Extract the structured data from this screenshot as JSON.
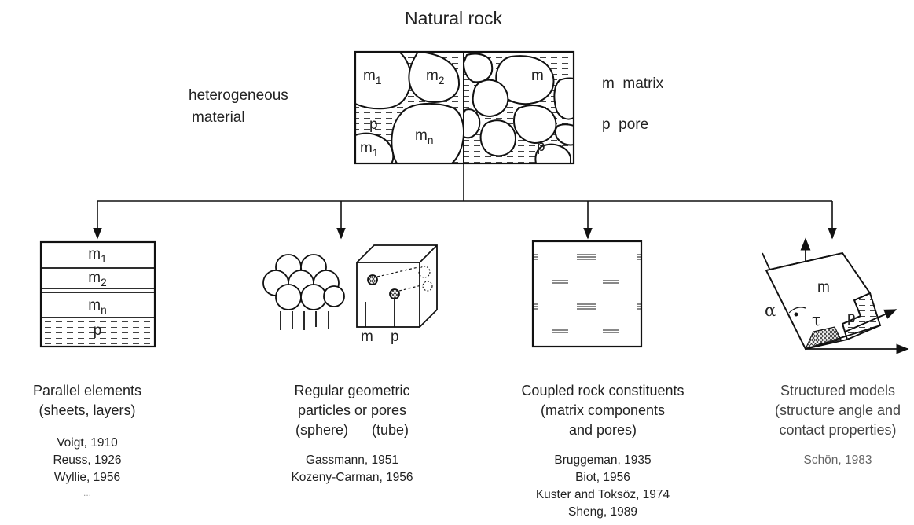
{
  "title": "Natural rock",
  "rock": {
    "heterogeneous_line1": "heterogeneous",
    "heterogeneous_line2": "material",
    "left_cell_labels": [
      "m",
      "m",
      "p",
      "m",
      "m"
    ],
    "left_cell_subs": [
      "1",
      "2",
      "",
      "1",
      "n"
    ],
    "right_cell_m": "m",
    "right_cell_p": "p",
    "legend": [
      {
        "symbol": "m",
        "text": "matrix"
      },
      {
        "symbol": "p",
        "text": "pore"
      }
    ]
  },
  "models": [
    {
      "id": "parallel",
      "heading_lines": [
        "Parallel elements",
        "(sheets, layers)"
      ],
      "refs": [
        "Voigt, 1910",
        "Reuss, 1926",
        "Wyllie, 1956",
        "..."
      ],
      "layers": [
        {
          "sym": "m",
          "sub": "1"
        },
        {
          "sym": "m",
          "sub": "2"
        },
        {
          "sym": "m",
          "sub": "n"
        },
        {
          "sym": "p",
          "sub": ""
        }
      ]
    },
    {
      "id": "geometric",
      "heading_lines": [
        "Regular geometric",
        "particles or pores",
        "(sphere)      (tube)"
      ],
      "refs": [
        "Gassmann, 1951",
        "Kozeny-Carman, 1956"
      ],
      "fig_labels": [
        "m",
        "p"
      ]
    },
    {
      "id": "coupled",
      "heading_lines": [
        "Coupled rock constituents",
        "(matrix components",
        "and  pores)"
      ],
      "refs": [
        "Bruggeman, 1935",
        "Biot, 1956",
        "Kuster and Toksöz, 1974",
        "Sheng, 1989"
      ]
    },
    {
      "id": "structured",
      "heading_lines": [
        "Structured models",
        "(structure angle and",
        "contact properties)"
      ],
      "refs": [
        "Schön, 1983"
      ],
      "fig_labels": {
        "alpha": "α",
        "tau": "τ",
        "m": "m",
        "p": "p"
      }
    }
  ]
}
